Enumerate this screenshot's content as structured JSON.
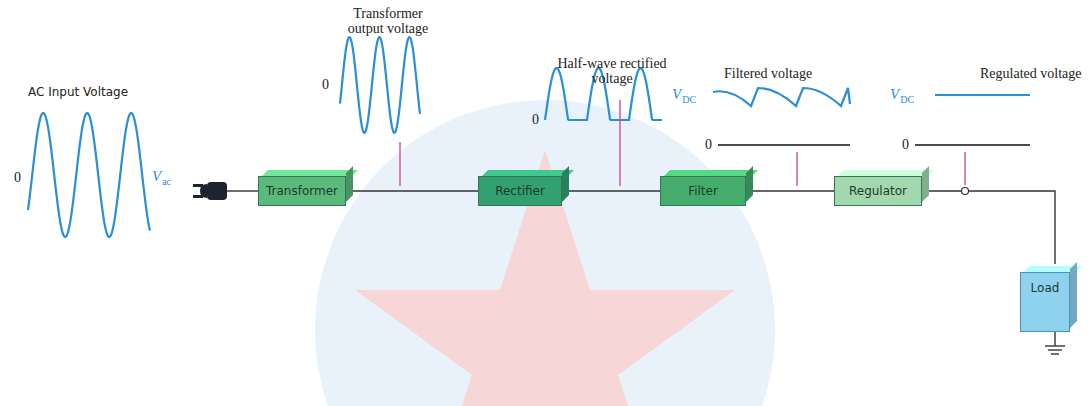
{
  "diagram": {
    "nodes": [
      {
        "text": [
          "Transformer"
        ]
      },
      {
        "text": [
          "Rectifier"
        ]
      },
      {
        "text": [
          "Filter"
        ]
      },
      {
        "text": [
          "Regulator"
        ]
      },
      {
        "text": [
          "Load"
        ]
      }
    ],
    "edges": [
      {
        "from": 0,
        "to": 1,
        "arrow": "none"
      },
      {
        "from": 1,
        "to": 2,
        "arrow": "none"
      },
      {
        "from": 2,
        "to": 3,
        "arrow": "none"
      },
      {
        "from": 3,
        "to": 4,
        "arrow": "none"
      }
    ],
    "labels": [
      "AC Input Voltage",
      "0",
      "V",
      "ac",
      "Transformer output voltage",
      "0",
      "Half-wave rectified voltage",
      "0",
      "Filtered voltage",
      "V",
      "DC",
      "0",
      "Regulated voltage",
      "V",
      "DC",
      "0"
    ]
  }
}
